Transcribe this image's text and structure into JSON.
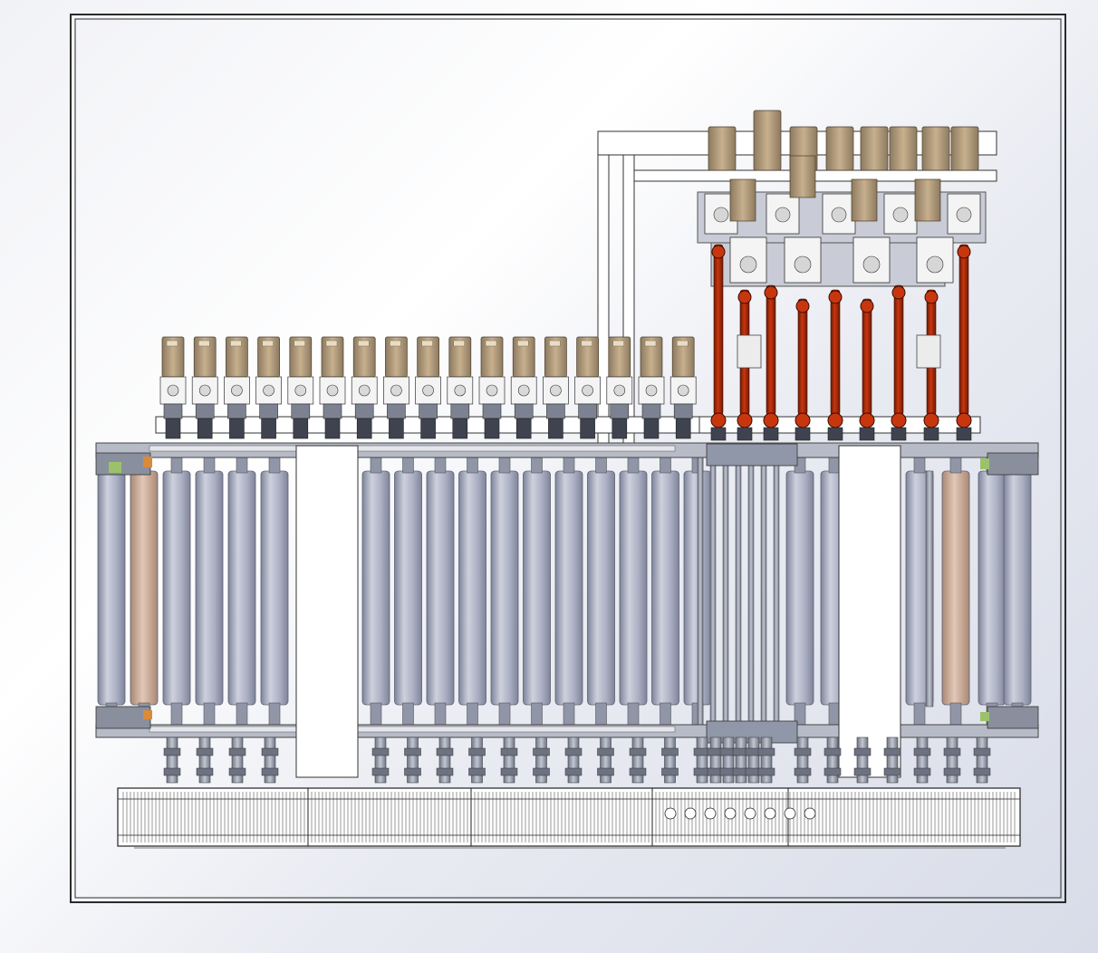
{
  "drawing": {
    "motors_upper_row": 17,
    "rollers_count": 30,
    "drive_shafts_count": 9,
    "lower_universal_joints": 27
  },
  "colors": {
    "background_light": "#f1f2f6",
    "frame_line": "#2b2b2b",
    "roller_fill": "#a9aec2",
    "roller_dark": "#7f849a",
    "roller_highlight": "#cdd1de",
    "copper_roller": "#c9a894",
    "motor_tan": "#c7b08e",
    "motor_dark": "#8d7a5f",
    "gearbox_white": "#f4f4f4",
    "shaft_red": "#c8360e",
    "shaft_dark": "#6e1a05",
    "steel_gray": "#9aa0ae",
    "green_accent": "#9bc26a",
    "orange_accent": "#d98a3a"
  },
  "icons": {
    "motor": "gear-motor-icon",
    "shaft": "cardan-shaft-icon",
    "roller": "roller-icon"
  }
}
